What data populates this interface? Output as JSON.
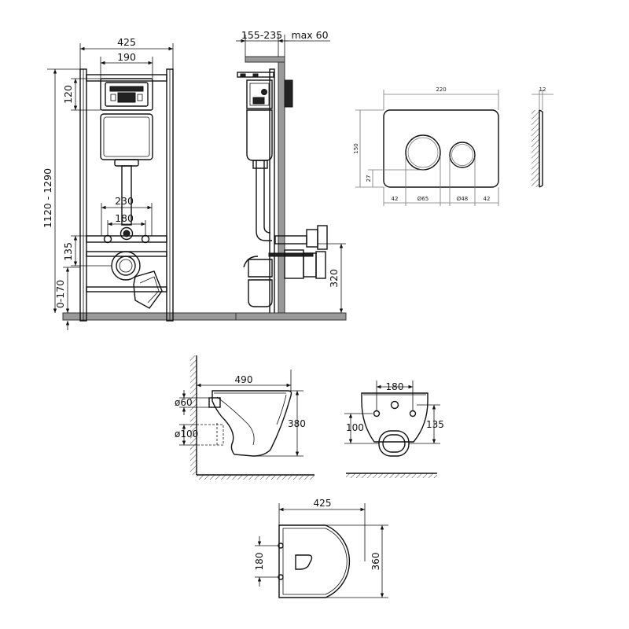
{
  "frame_front": {
    "width": "425",
    "panel_width": "190",
    "panel_height": "120",
    "height_range": "1120 - 1290",
    "bolt_spacing_outer": "230",
    "bolt_spacing_inner": "180",
    "outlet_height": "135",
    "leg_adjust": "0-170"
  },
  "frame_side": {
    "depth_range": "155-235",
    "wall_max": "max 60",
    "outlet_height": "320"
  },
  "flush_plate": {
    "width": "220",
    "height": "150",
    "button_offset_y": "27",
    "left_margin": "42",
    "big_button": "Ø65",
    "small_button": "Ø48",
    "right_margin": "42",
    "thickness": "12"
  },
  "bowl_side": {
    "length": "490",
    "height": "380",
    "inlet": "ø60",
    "outlet": "ø100"
  },
  "bowl_back": {
    "bolt_spacing": "180",
    "inlet_height": "100",
    "bolt_height": "135"
  },
  "bowl_top": {
    "length": "425",
    "bolt_spacing": "180",
    "width": "360"
  }
}
